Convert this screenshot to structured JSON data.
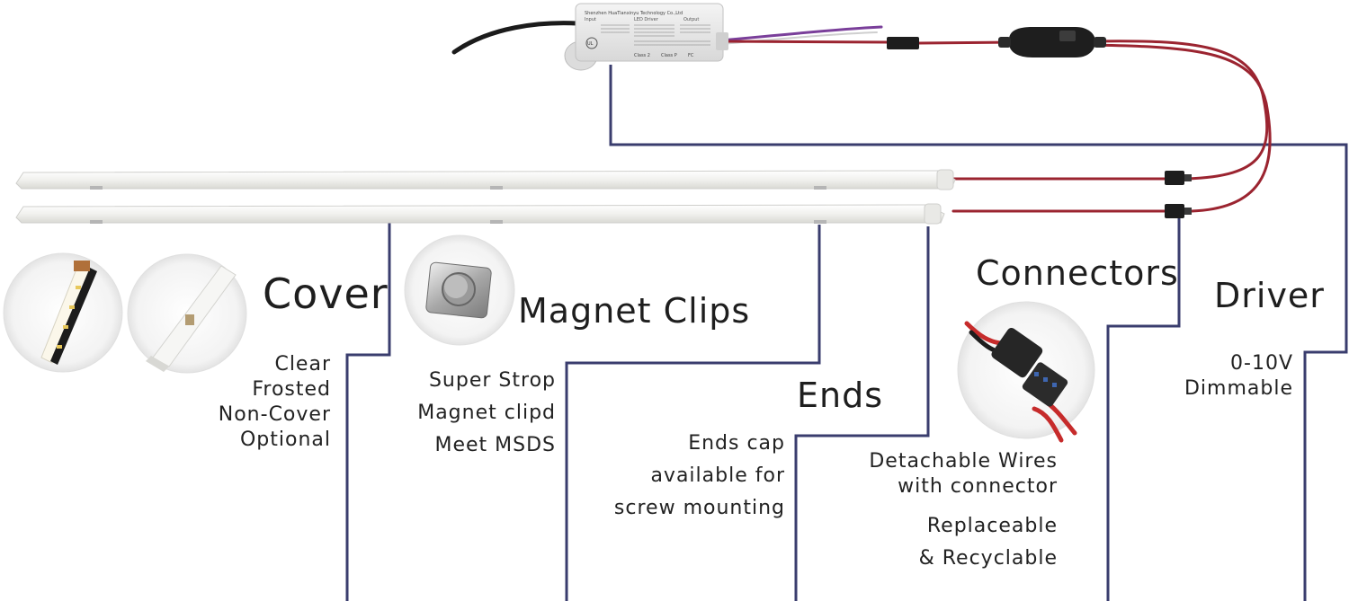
{
  "driver_box": {
    "brand_line": "Shenzhen HuaTianxinyu Technology Co.,Ltd",
    "side_left": "Input",
    "side_right": "Output",
    "model": "LED Driver",
    "cert_mark": "UL",
    "mark_ce": "Class 2",
    "mark_class": "Class P",
    "mark_fc": "FC"
  },
  "sections": {
    "cover": {
      "title": "Cover",
      "lines": [
        "Clear",
        "Frosted",
        "Non-Cover",
        "Optional"
      ]
    },
    "magnet_clips": {
      "title": "Magnet Clips",
      "lines": [
        "Super Strop",
        "Magnet clipd",
        "Meet MSDS"
      ]
    },
    "ends": {
      "title": "Ends",
      "lines": [
        "Ends cap",
        "available for",
        "screw mounting"
      ]
    },
    "connectors": {
      "title": "Connectors",
      "lines": [
        "Detachable Wires",
        "with connector"
      ],
      "lines2": [
        "Replaceable",
        "& Recyclable"
      ]
    },
    "driver": {
      "title": "Driver",
      "lines": [
        "0-10V",
        "Dimmable"
      ]
    }
  },
  "colors": {
    "callout_line": "#3a3d6e",
    "wire_red": "#9b2430",
    "wire_purple": "#7a3f9a",
    "bar_white": "#f4f4f2",
    "text": "#1f1f1f"
  }
}
